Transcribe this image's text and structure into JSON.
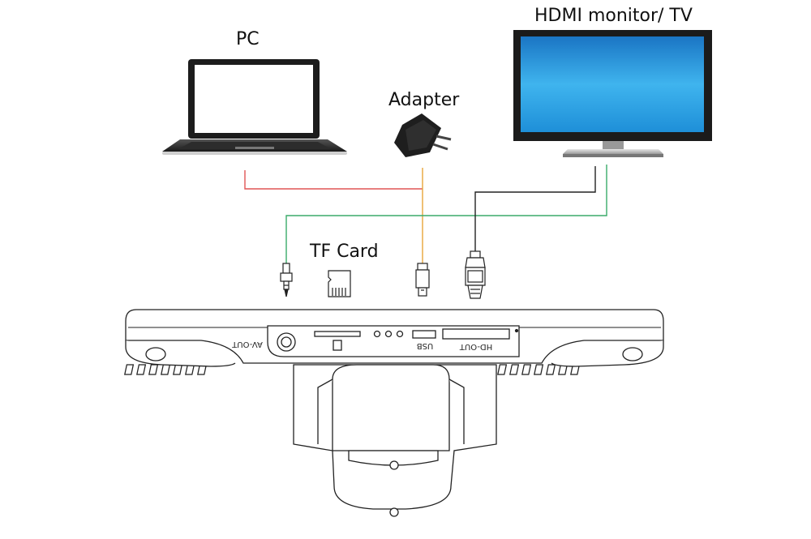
{
  "labels": {
    "pc": "PC",
    "adapter": "Adapter",
    "monitor": "HDMI monitor/ TV",
    "tf_card": "TF Card"
  },
  "ports": {
    "av_out": "AV-OUT",
    "usb": "USB",
    "hd_out": "HD-OUT"
  },
  "colors": {
    "pc_cable": "#e05555",
    "adapter_cable": "#e8a53a",
    "av_cable": "#3aaa6a",
    "hdmi_cable": "#222222",
    "screen_blue": "#1f8fd6",
    "outline": "#222222"
  }
}
